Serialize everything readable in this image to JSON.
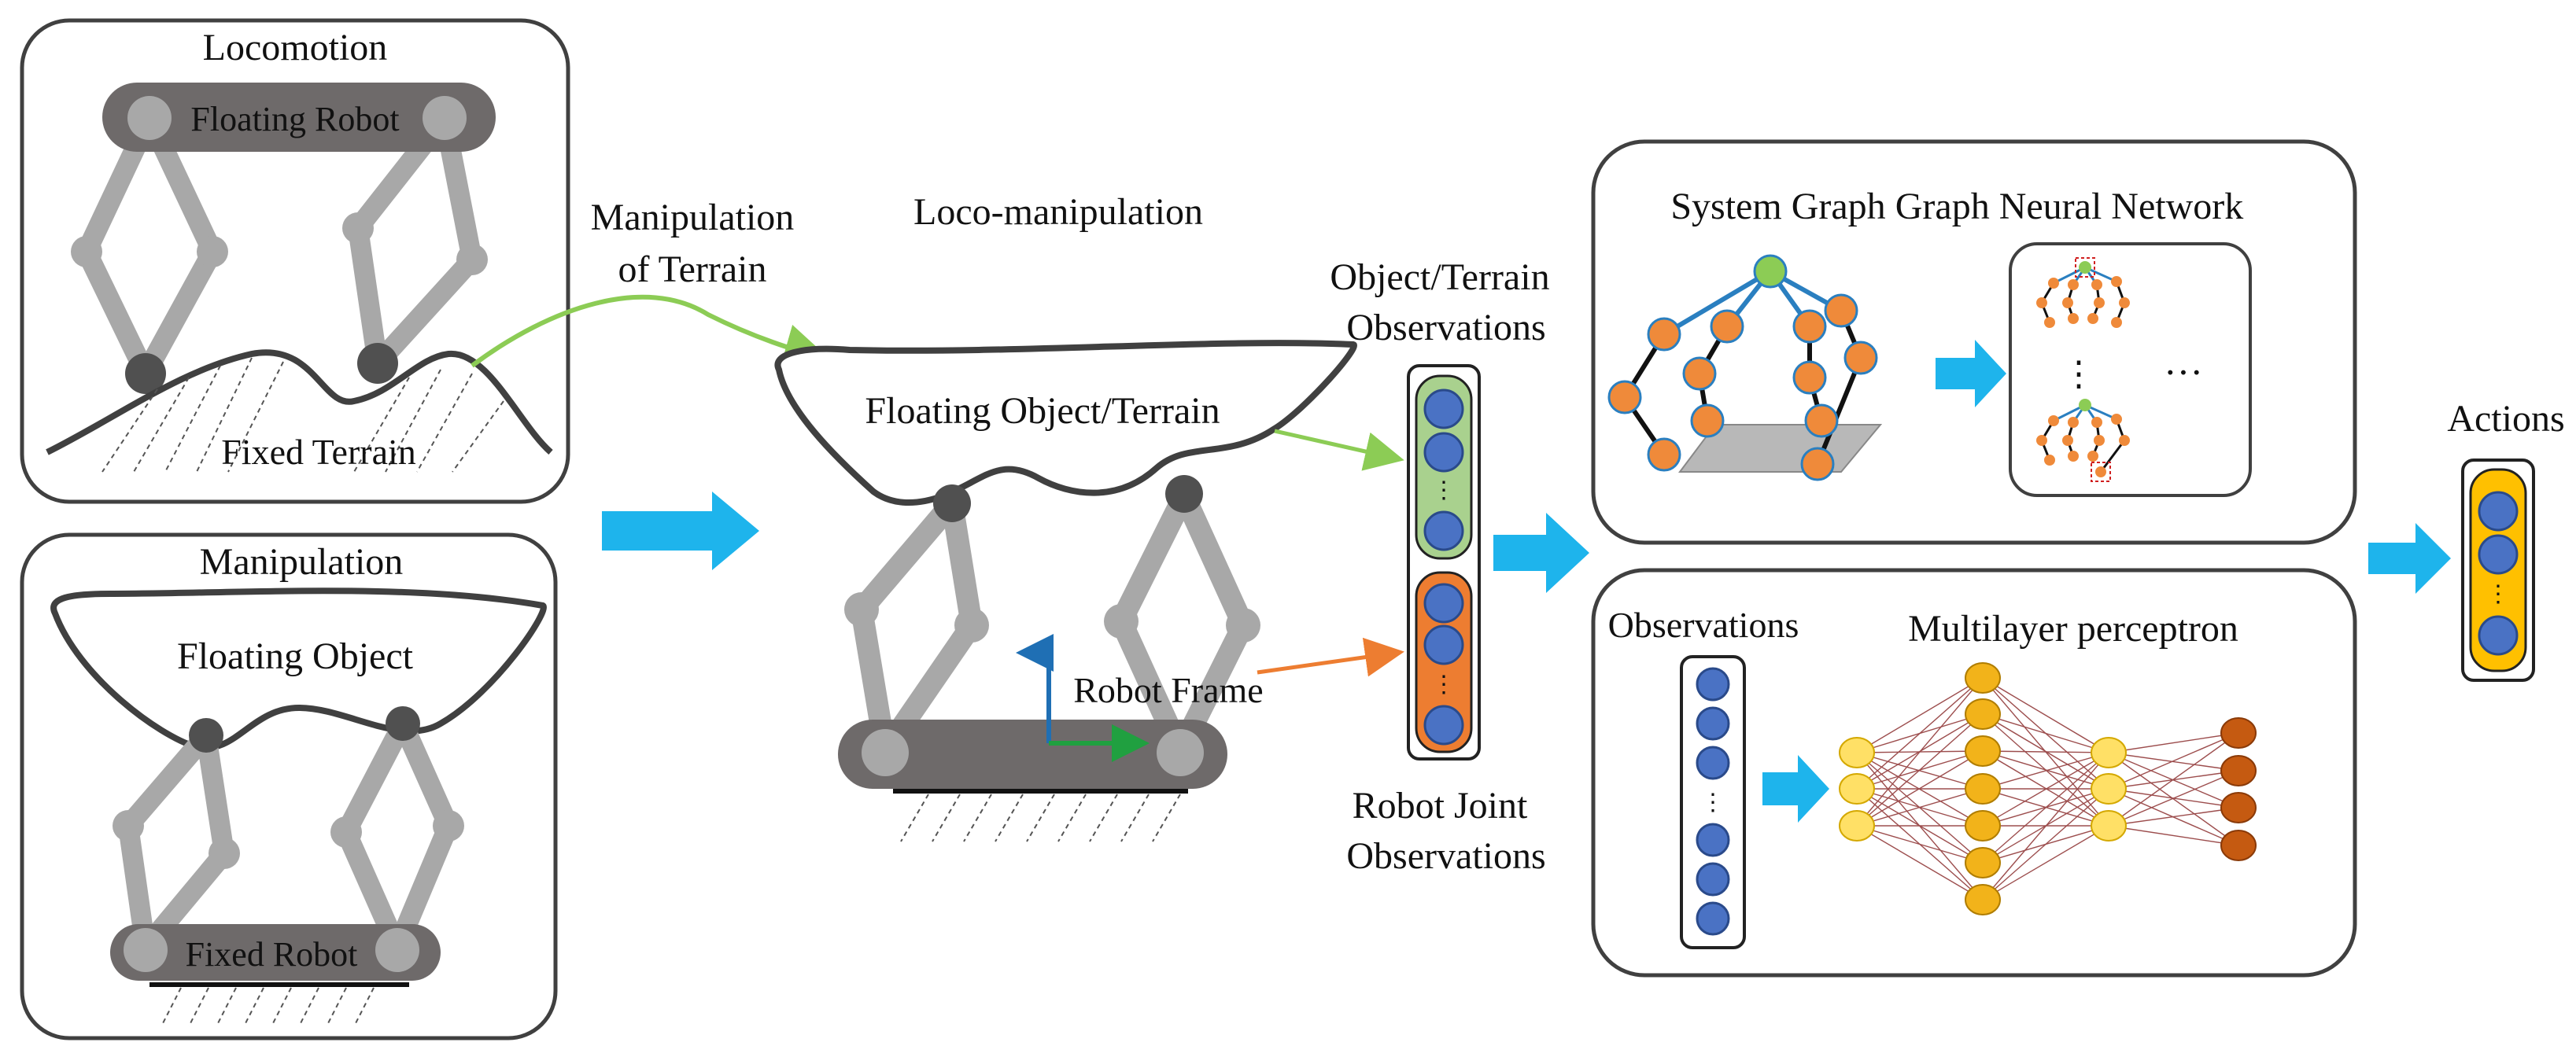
{
  "labels": {
    "locomotion": "Locomotion",
    "floating_robot": "Floating Robot",
    "fixed_terrain": "Fixed Terrain",
    "manipulation": "Manipulation",
    "floating_object": "Floating Object",
    "fixed_robot": "Fixed Robot",
    "manipulation_of_terrain_1": "Manipulation",
    "manipulation_of_terrain_2": "of Terrain",
    "loco_manipulation": "Loco-manipulation",
    "floating_object_terrain": "Floating Object/Terrain",
    "robot_frame": "Robot Frame",
    "object_terrain_obs_1": "Object/Terrain",
    "object_terrain_obs_2": "Observations",
    "robot_joint_obs_1": "Robot Joint",
    "robot_joint_obs_2": "Observations",
    "system_graph": "System Graph",
    "gnn": "Graph Neural Network",
    "ellipsis_h": "···",
    "observations": "Observations",
    "mlp": "Multilayer perceptron",
    "actions": "Actions"
  },
  "colors": {
    "arrow_blue": "#1eb4ec",
    "link_gray": "#a8a8a8",
    "body_dark": "#6e6a6a",
    "joint_dark": "#505050",
    "node_blue": "#4a72c4",
    "node_orange": "#ef8a3a",
    "node_green": "#8ccc55",
    "edge_blue": "#2a7fc0",
    "obs_green_bg": "#a9d18e",
    "obs_orange_bg": "#ed7d31",
    "actions_bg": "#ffc000",
    "mlp_yellow": "#ffe066",
    "mlp_gold": "#f2b31a",
    "mlp_brown": "#c55a11",
    "mlp_edge": "#8b2e2e"
  }
}
